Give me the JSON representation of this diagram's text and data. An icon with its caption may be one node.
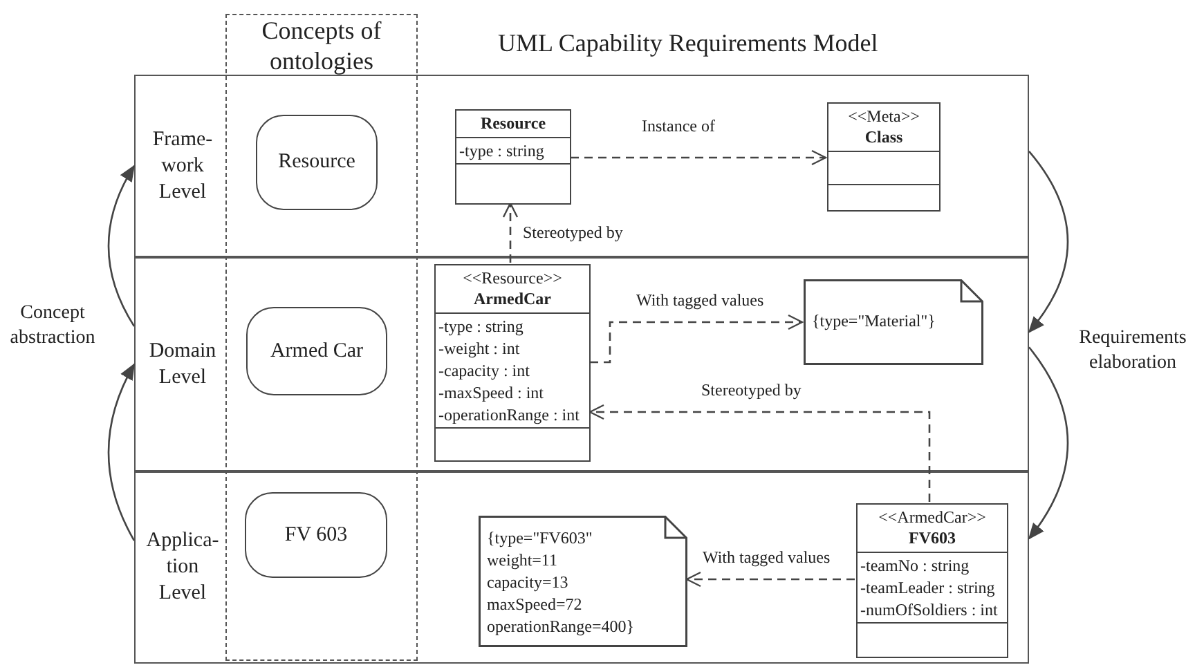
{
  "diagram": {
    "title": "UML Capability Requirements Model",
    "nodes": [
      {
        "text": [
          "Concepts of ontologies"
        ]
      },
      {
        "text": [
          "Frame- work Level"
        ]
      },
      {
        "text": [
          "Resource"
        ]
      },
      {
        "text": [
          "Resource",
          "-type : string"
        ],
        "in": 1
      },
      {
        "text": [
          "<<Meta>>",
          "Class"
        ],
        "in": 1
      },
      {
        "text": [
          "Domain Level"
        ]
      },
      {
        "text": [
          "Armed Car"
        ]
      },
      {
        "text": [
          "<<Resource>>",
          "ArmedCar",
          "-type : string",
          "-weight : int",
          "-capacity : int",
          "-maxSpeed : int",
          "-operationRange : int"
        ],
        "in": 5
      },
      {
        "text": [
          "{type=\"Material\"}"
        ],
        "in": 5
      },
      {
        "text": [
          "Applica- tion Level"
        ]
      },
      {
        "text": [
          "FV 603"
        ]
      },
      {
        "text": [
          "{type=\"FV603\"",
          "weight=11",
          "capacity=13",
          "maxSpeed=72",
          "operationRange=400}"
        ],
        "in": 9
      },
      {
        "text": [
          "<<ArmedCar>>",
          "FV603",
          "-teamNo : string",
          "-teamLeader : string",
          "-numOfSoldiers : int"
        ],
        "in": 9
      }
    ],
    "edges": [
      {
        "from": 3,
        "to": 4,
        "arrow": "to",
        "label": "Instance of",
        "style": "dashed"
      },
      {
        "from": 7,
        "to": 3,
        "arrow": "to",
        "label": "Stereotyped by",
        "style": "dashed"
      },
      {
        "from": 7,
        "to": 8,
        "arrow": "to",
        "label": "With tagged values",
        "style": "dashed"
      },
      {
        "from": 12,
        "to": 7,
        "arrow": "to",
        "label": "Stereotyped by",
        "style": "dashed"
      },
      {
        "from": 12,
        "to": 11,
        "arrow": "to",
        "label": "With tagged values",
        "style": "dashed"
      },
      {
        "from": 5,
        "to": 1,
        "arrow": "to"
      },
      {
        "from": 9,
        "to": 5,
        "arrow": "to"
      },
      {
        "from": 1,
        "to": 5,
        "arrow": "to"
      },
      {
        "from": 5,
        "to": 9,
        "arrow": "to"
      }
    ],
    "labels": [
      "Concept abstraction",
      "Requirements elaboration"
    ]
  }
}
